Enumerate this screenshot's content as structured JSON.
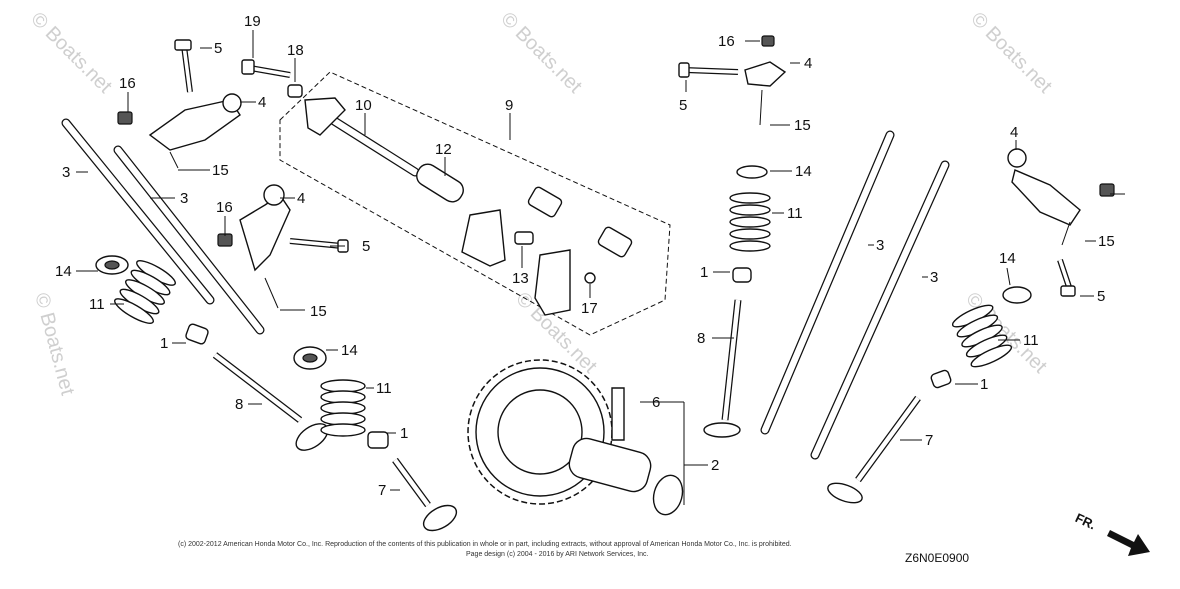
{
  "watermark": "© Boats.net",
  "diagram_code": "Z6N0E0900",
  "copyright_line1": "(c) 2002-2012 American Honda Motor Co., Inc. Reproduction of the contents of this publication in whole or in part, including extracts, without approval of American Honda Motor Co., Inc. is prohibited.",
  "copyright_line2": "Page design (c) 2004 - 2016 by ARI Network Services, Inc.",
  "front_label": "FR.",
  "callouts": {
    "c1a": "1",
    "c1b": "1",
    "c1c": "1",
    "c1d": "1",
    "c2": "2",
    "c3a": "3",
    "c3b": "3",
    "c3c": "3",
    "c3d": "3",
    "c4a": "4",
    "c4b": "4",
    "c4c": "4",
    "c4d": "4",
    "c5a": "5",
    "c5b": "5",
    "c5c": "5",
    "c5d": "5",
    "c6": "6",
    "c7a": "7",
    "c7b": "7",
    "c8a": "8",
    "c8b": "8",
    "c9": "9",
    "c10": "10",
    "c11a": "11",
    "c11b": "11",
    "c11c": "11",
    "c11d": "11",
    "c12": "12",
    "c13": "13",
    "c14a": "14",
    "c14b": "14",
    "c14c": "14",
    "c14d": "14",
    "c15a": "15",
    "c15b": "15",
    "c15c": "15",
    "c15d": "15",
    "c16a": "16",
    "c16b": "16",
    "c16c": "16",
    "c17": "17",
    "c18": "18",
    "c19": "19"
  }
}
